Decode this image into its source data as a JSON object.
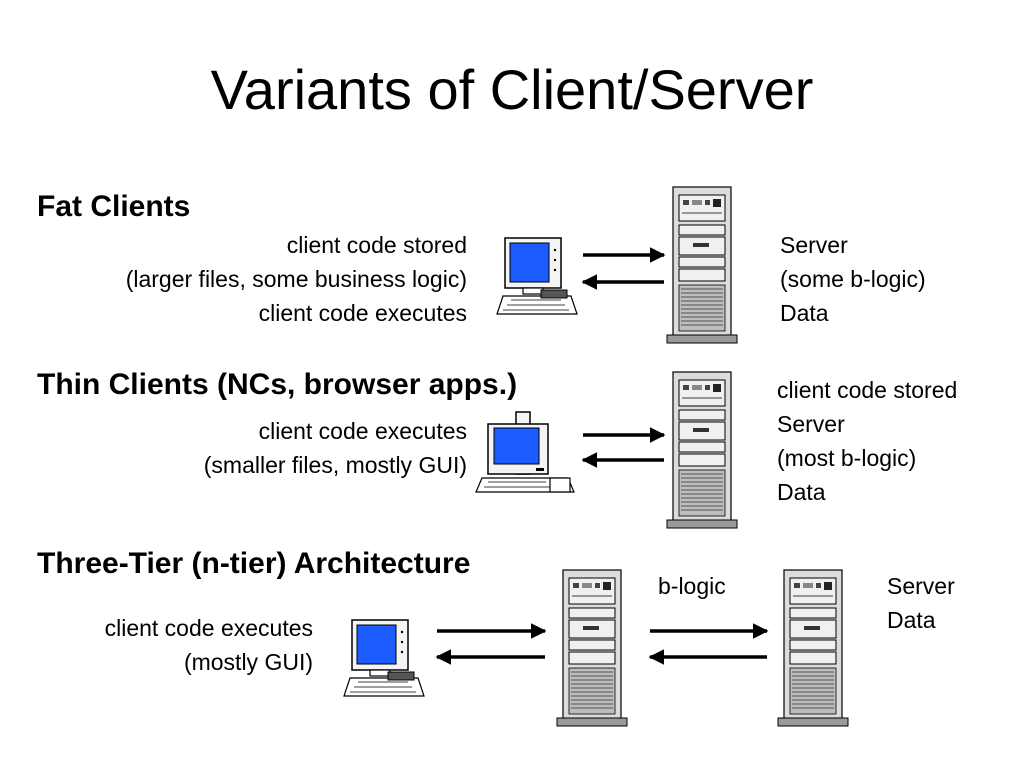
{
  "title": "Variants of Client/Server",
  "fat": {
    "heading": "Fat Clients",
    "client_lines": [
      "client code stored",
      "(larger files, some business logic)",
      "client code executes"
    ],
    "server_lines": [
      "Server",
      "(some b-logic)",
      "Data"
    ]
  },
  "thin": {
    "heading": "Thin Clients (NCs, browser apps.)",
    "client_lines": [
      "client code executes",
      "(smaller files, mostly GUI)"
    ],
    "server_lines": [
      "client code stored",
      "Server",
      "(most b-logic)",
      "Data"
    ]
  },
  "three_tier": {
    "heading": "Three-Tier (n-tier) Architecture",
    "client_lines": [
      "client code executes",
      "(mostly GUI)"
    ],
    "middle_label": "b-logic",
    "server_lines": [
      "Server",
      "Data"
    ]
  },
  "icons": [
    "desktop-computer-icon",
    "server-tower-icon",
    "arrow-right-icon",
    "arrow-left-icon"
  ],
  "colors": {
    "screen": "#1a5cff",
    "server_body": "#cfcfcf",
    "server_dark": "#7a7a7a"
  }
}
